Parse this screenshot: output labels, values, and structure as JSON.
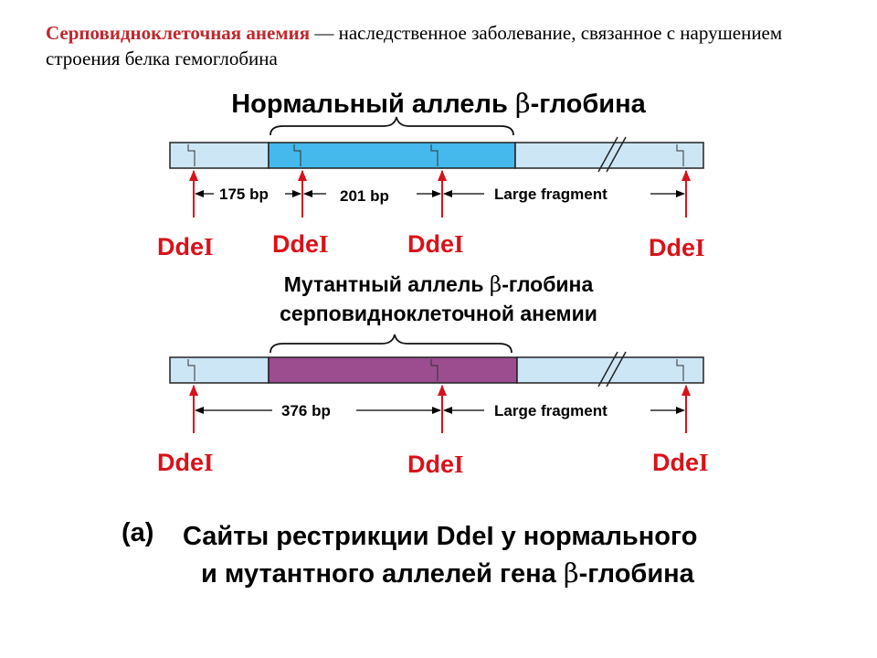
{
  "intro": {
    "term": "Серповидноклеточная анемия",
    "rest": " — наследственное заболевание, связанное с нарушением строения белка гемоглобина"
  },
  "normal_title": {
    "text": "Нормальный аллель ",
    "beta": "β",
    "suffix": "-глобина"
  },
  "mutant_title": {
    "line1_text": "Мутантный аллель ",
    "beta": "β",
    "line1_suffix": "-глобина",
    "line2": "серповидноклеточной анемии"
  },
  "normal_labels": {
    "seg1": "175 bp",
    "seg2": "201 bp",
    "seg3": "Large fragment"
  },
  "mutant_labels": {
    "seg1": "376 bp",
    "seg2": "Large fragment"
  },
  "enzyme": "Dde",
  "enzyme_suffix": "I",
  "caption": {
    "tag": "(a)",
    "line1": "Сайты рестрикции DdeI у нормального",
    "line2_text": "и мутантного аллелей гена ",
    "beta": "β",
    "line2_suffix": "-глобина"
  },
  "colors": {
    "light_blue": "#cce6f6",
    "blue": "#45b8ec",
    "purple": "#9b4d8f",
    "red": "#d8121a"
  }
}
